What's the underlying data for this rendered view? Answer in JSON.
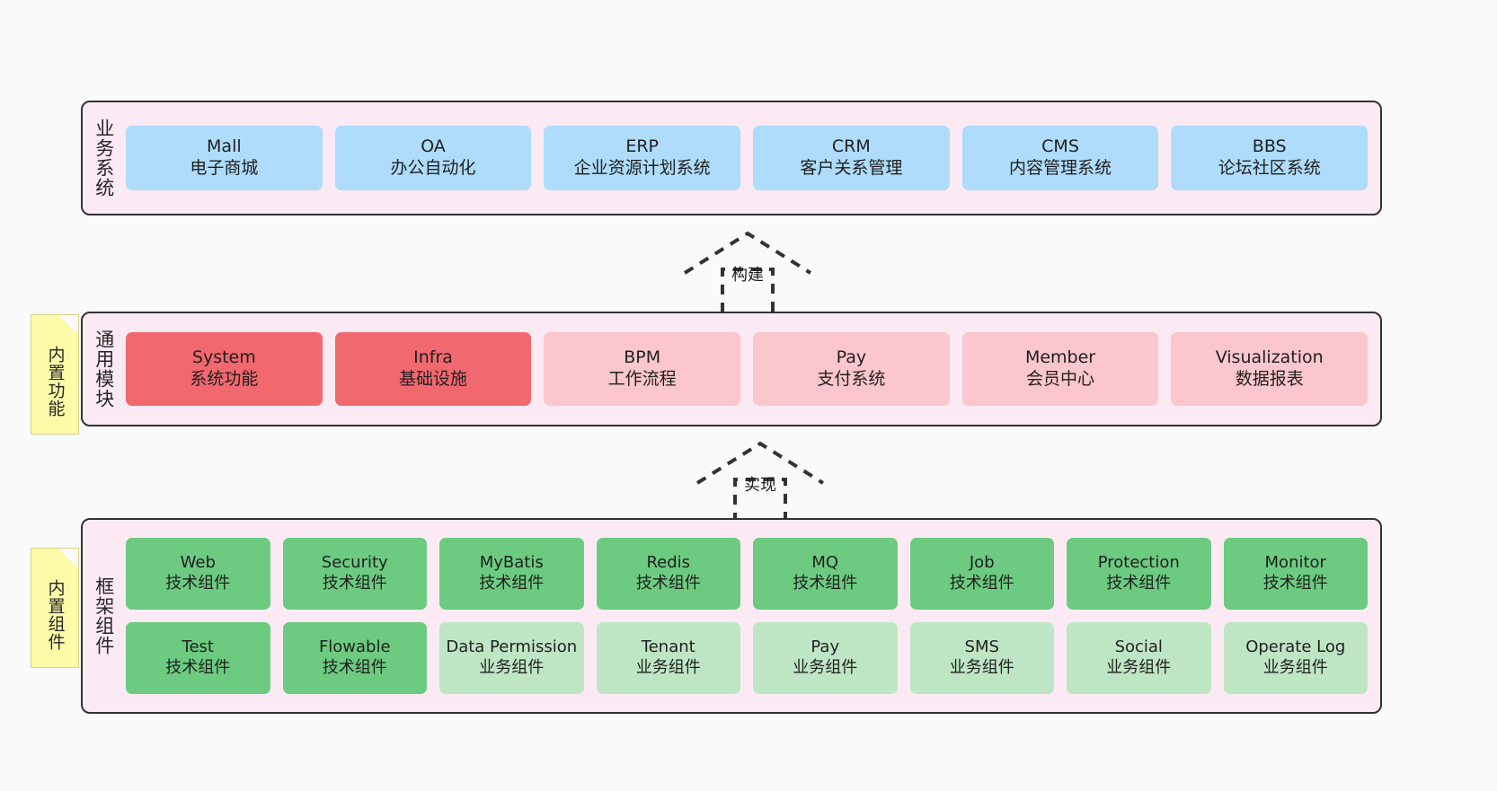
{
  "diagram": {
    "background_color": "#fafafa",
    "panel_color": "#fbeaf4",
    "panel_border_color": "#333333"
  },
  "layers": {
    "business": {
      "title": "业务系统",
      "accent": "#aedcfa",
      "items": [
        {
          "en": "Mall",
          "cn": "电子商城"
        },
        {
          "en": "OA",
          "cn": "办公自动化"
        },
        {
          "en": "ERP",
          "cn": "企业资源计划系统"
        },
        {
          "en": "CRM",
          "cn": "客户关系管理"
        },
        {
          "en": "CMS",
          "cn": "内容管理系统"
        },
        {
          "en": "BBS",
          "cn": "论坛社区系统"
        }
      ]
    },
    "common": {
      "title": "通用模块",
      "note": "内置功能",
      "accent_strong": "#f2686f",
      "accent_soft": "#fbc6cd",
      "items": [
        {
          "en": "System",
          "cn": "系统功能",
          "tone": "strong"
        },
        {
          "en": "Infra",
          "cn": "基础设施",
          "tone": "strong"
        },
        {
          "en": "BPM",
          "cn": "工作流程",
          "tone": "soft"
        },
        {
          "en": "Pay",
          "cn": "支付系统",
          "tone": "soft"
        },
        {
          "en": "Member",
          "cn": "会员中心",
          "tone": "soft"
        },
        {
          "en": "Visualization",
          "cn": "数据报表",
          "tone": "soft"
        }
      ]
    },
    "framework": {
      "title": "框架组件",
      "note": "内置组件",
      "accent_strong": "#6ccb80",
      "accent_soft": "#bfe6c4",
      "row1": [
        {
          "en": "Web",
          "cn": "技术组件",
          "tone": "strong"
        },
        {
          "en": "Security",
          "cn": "技术组件",
          "tone": "strong"
        },
        {
          "en": "MyBatis",
          "cn": "技术组件",
          "tone": "strong"
        },
        {
          "en": "Redis",
          "cn": "技术组件",
          "tone": "strong"
        },
        {
          "en": "MQ",
          "cn": "技术组件",
          "tone": "strong"
        },
        {
          "en": "Job",
          "cn": "技术组件",
          "tone": "strong"
        },
        {
          "en": "Protection",
          "cn": "技术组件",
          "tone": "strong"
        },
        {
          "en": "Monitor",
          "cn": "技术组件",
          "tone": "strong"
        }
      ],
      "row2": [
        {
          "en": "Test",
          "cn": "技术组件",
          "tone": "strong"
        },
        {
          "en": "Flowable",
          "cn": "技术组件",
          "tone": "strong"
        },
        {
          "en": "Data Permission",
          "cn": "业务组件",
          "tone": "soft"
        },
        {
          "en": "Tenant",
          "cn": "业务组件",
          "tone": "soft"
        },
        {
          "en": "Pay",
          "cn": "业务组件",
          "tone": "soft"
        },
        {
          "en": "SMS",
          "cn": "业务组件",
          "tone": "soft"
        },
        {
          "en": "Social",
          "cn": "业务组件",
          "tone": "soft"
        },
        {
          "en": "Operate Log",
          "cn": "业务组件",
          "tone": "soft"
        }
      ]
    }
  },
  "connectors": [
    {
      "name": "build",
      "label": "构建"
    },
    {
      "name": "implement",
      "label": "实现"
    }
  ]
}
